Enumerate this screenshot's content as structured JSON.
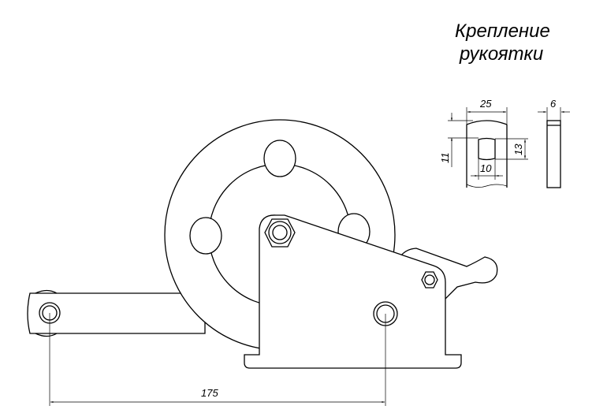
{
  "title": {
    "line1": "Крепление",
    "line2": "рукоятки"
  },
  "dimensions": {
    "width_25": "25",
    "thickness_6": "6",
    "height_11": "11",
    "hole_13": "13",
    "hole_10": "10",
    "center_distance": "175"
  },
  "colors": {
    "line": "#000000",
    "background": "#ffffff"
  }
}
